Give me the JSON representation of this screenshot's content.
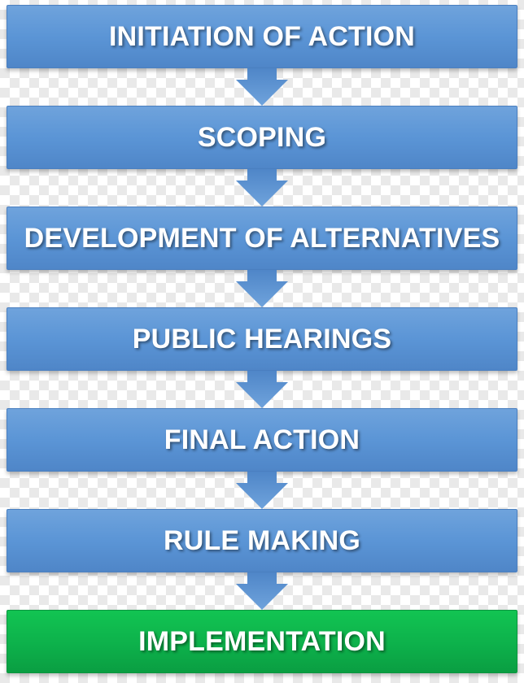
{
  "steps": [
    {
      "label": "INITIATION OF ACTION",
      "color": "#5b95d6"
    },
    {
      "label": "SCOPING",
      "color": "#5b95d6"
    },
    {
      "label": "DEVELOPMENT OF ALTERNATIVES",
      "color": "#5b95d6"
    },
    {
      "label": "PUBLIC HEARINGS",
      "color": "#5b95d6"
    },
    {
      "label": "FINAL ACTION",
      "color": "#5b95d6"
    },
    {
      "label": "RULE MAKING",
      "color": "#5b95d6"
    },
    {
      "label": "IMPLEMENTATION",
      "color": "#0db14b"
    }
  ],
  "arrow_color": "#5b95d6",
  "background": "transparent-checkerboard"
}
